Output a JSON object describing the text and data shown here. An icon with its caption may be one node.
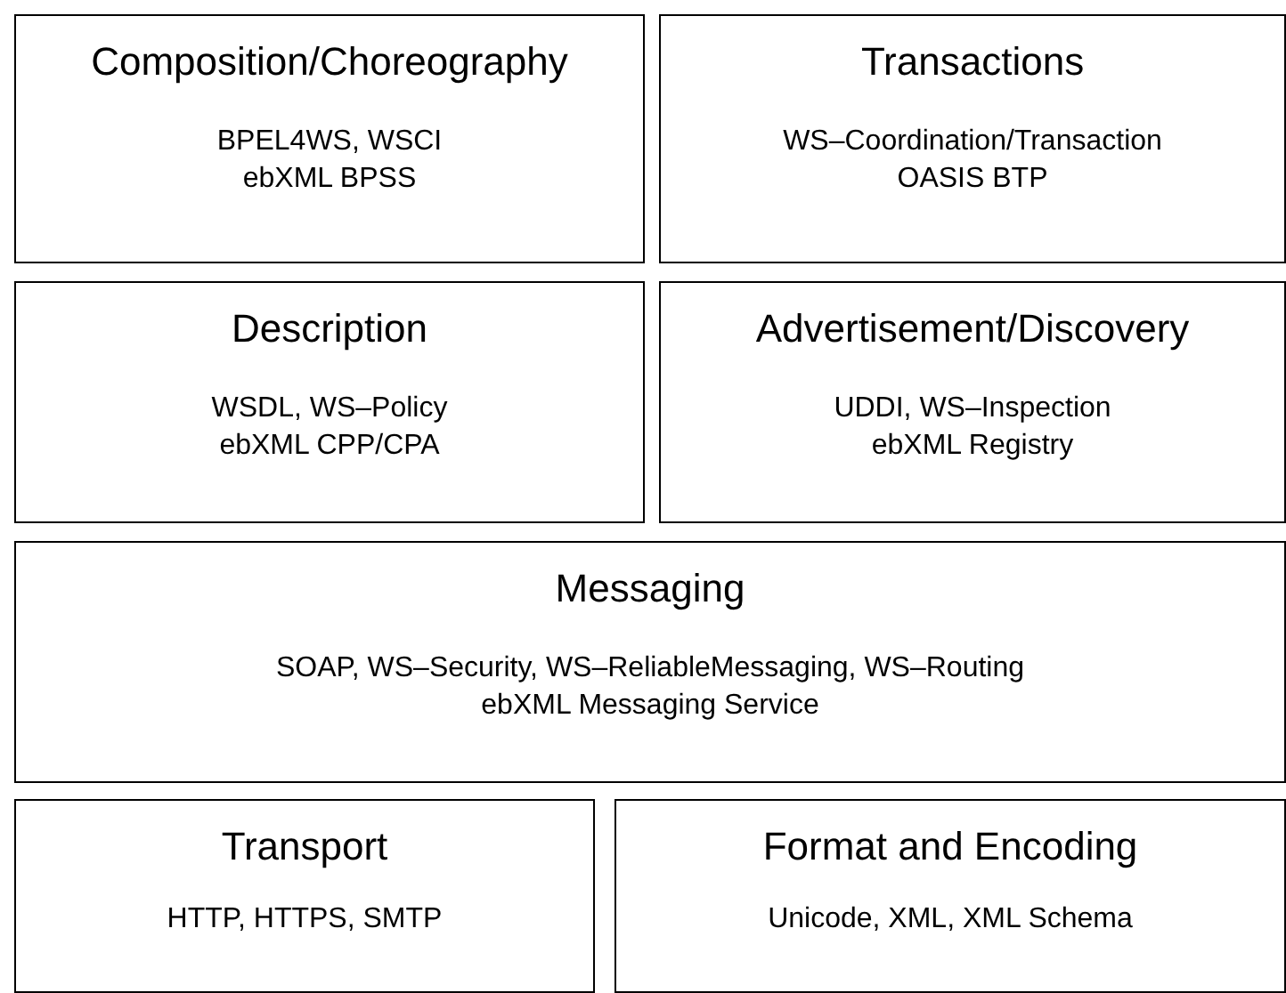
{
  "diagram": {
    "nodes": [
      {
        "text": [
          "Composition/Choreography",
          "BPEL4WS, WSCI ebXML BPSS"
        ]
      },
      {
        "text": [
          "Transactions",
          "WS–Coordination/Transaction OASIS BTP"
        ]
      },
      {
        "text": [
          "Description",
          "WSDL, WS–Policy ebXML CPP/CPA"
        ]
      },
      {
        "text": [
          "Advertisement/Discovery",
          "UDDI, WS–Inspection ebXML Registry"
        ]
      },
      {
        "text": [
          "Messaging",
          "SOAP, WS–Security, WS–ReliableMessaging, WS–Routing ebXML Messaging Service"
        ]
      },
      {
        "text": [
          "Transport",
          "HTTP, HTTPS, SMTP"
        ]
      },
      {
        "text": [
          "Format and Encoding",
          "Unicode, XML, XML Schema"
        ]
      }
    ]
  }
}
